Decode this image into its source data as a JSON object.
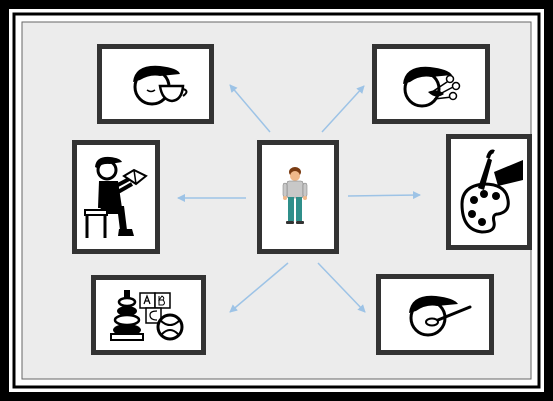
{
  "diagram": {
    "center": {
      "icon": "boy-standing-icon"
    },
    "activities": [
      {
        "id": "drink",
        "icon": "boy-drinking-cup-icon"
      },
      {
        "id": "smell",
        "icon": "boy-smelling-flowers-icon"
      },
      {
        "id": "read",
        "icon": "boy-reading-book-icon"
      },
      {
        "id": "paint",
        "icon": "paint-palette-brush-icon"
      },
      {
        "id": "play",
        "icon": "toys-blocks-ball-icon"
      },
      {
        "id": "eat",
        "icon": "boy-eating-spoon-icon"
      }
    ],
    "colors": {
      "outer_border": "#000000",
      "inner_border": "#333333",
      "panel": "#ffffff",
      "arrow": "#9dc3e6",
      "shirt": "#c8c8c8",
      "pants": "#2f8f8a",
      "hair": "#7a3b12",
      "skin": "#f0b88a"
    }
  }
}
